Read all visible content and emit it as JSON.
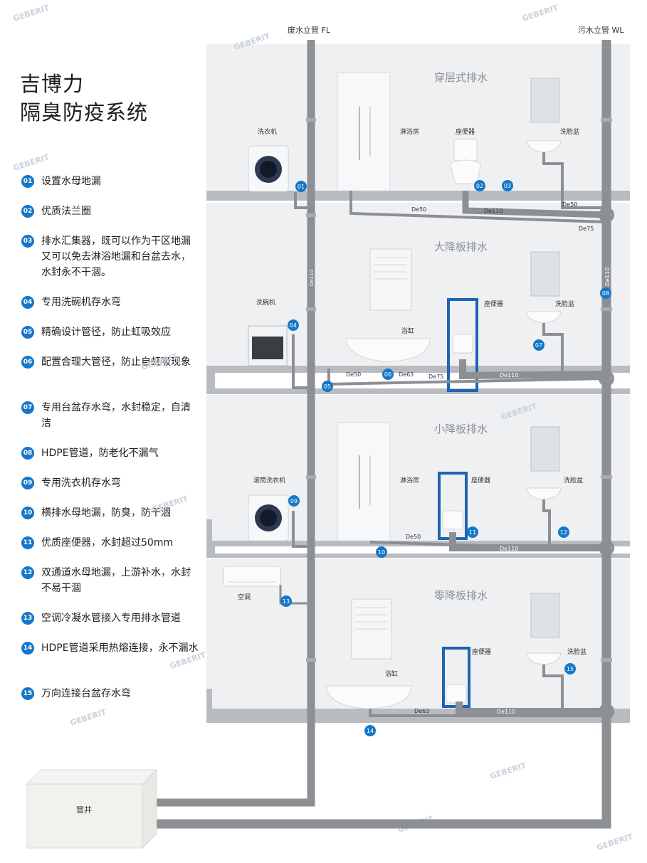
{
  "title": {
    "line1": "吉博力",
    "line2": "隔臭防疫系统"
  },
  "pipes": {
    "fl": "废水立管 FL",
    "wl": "污水立管 WL"
  },
  "floors": {
    "f1": {
      "title": "穿层式排水",
      "washer": "洗衣机",
      "shower": "淋浴房",
      "toilet": "座便器",
      "basin": "洗脸盆"
    },
    "f2": {
      "title": "大降板排水",
      "dishwasher": "洗碗机",
      "bathtub": "浴缸",
      "toilet": "座便器",
      "basin": "洗脸盆"
    },
    "f3": {
      "title": "小降板排水",
      "washer": "滚筒洗衣机",
      "shower": "淋浴房",
      "toilet": "座便器",
      "basin": "洗脸盆"
    },
    "f4": {
      "title": "零降板排水",
      "ac": "空调",
      "bathtub": "浴缸",
      "toilet": "座便器",
      "basin": "洗脸盆"
    }
  },
  "pipe_labels": {
    "de50": "De50",
    "de75": "De75",
    "de110": "De110",
    "de63": "De63"
  },
  "well": "窨井",
  "watermark": "GEBERIT",
  "legend": [
    {
      "num": "01",
      "text": "设置水母地漏"
    },
    {
      "num": "02",
      "text": "优质法兰圈"
    },
    {
      "num": "03",
      "text": "排水汇集器，既可以作为干区地漏又可以免去淋浴地漏和台盆去水，水封永不干涸。"
    },
    {
      "num": "04",
      "text": "专用洗碗机存水弯"
    },
    {
      "num": "05",
      "text": "精确设计管径，防止虹吸效应"
    },
    {
      "num": "06",
      "text": "配置合理大管径，防止自虹吸现象"
    },
    {
      "num": "07",
      "text": "专用台盆存水弯，水封稳定，自清洁"
    },
    {
      "num": "08",
      "text": "HDPE管道，防老化不漏气"
    },
    {
      "num": "09",
      "text": "专用洗衣机存水弯"
    },
    {
      "num": "10",
      "text": "横排水母地漏，防臭，防干涸"
    },
    {
      "num": "11",
      "text": "优质座便器，水封超过50mm"
    },
    {
      "num": "12",
      "text": "双通道水母地漏，上游补水，水封不易干涸"
    },
    {
      "num": "13",
      "text": "空调冷凝水管接入专用排水管道"
    },
    {
      "num": "14",
      "text": "HDPE管道采用热熔连接，永不漏水"
    },
    {
      "num": "15",
      "text": "万向连接台盆存水弯"
    }
  ],
  "colors": {
    "accent": "#1677c8",
    "pipe": "#8a8d91",
    "wall": "#eef0f2",
    "slab": "#b9bcc0"
  }
}
